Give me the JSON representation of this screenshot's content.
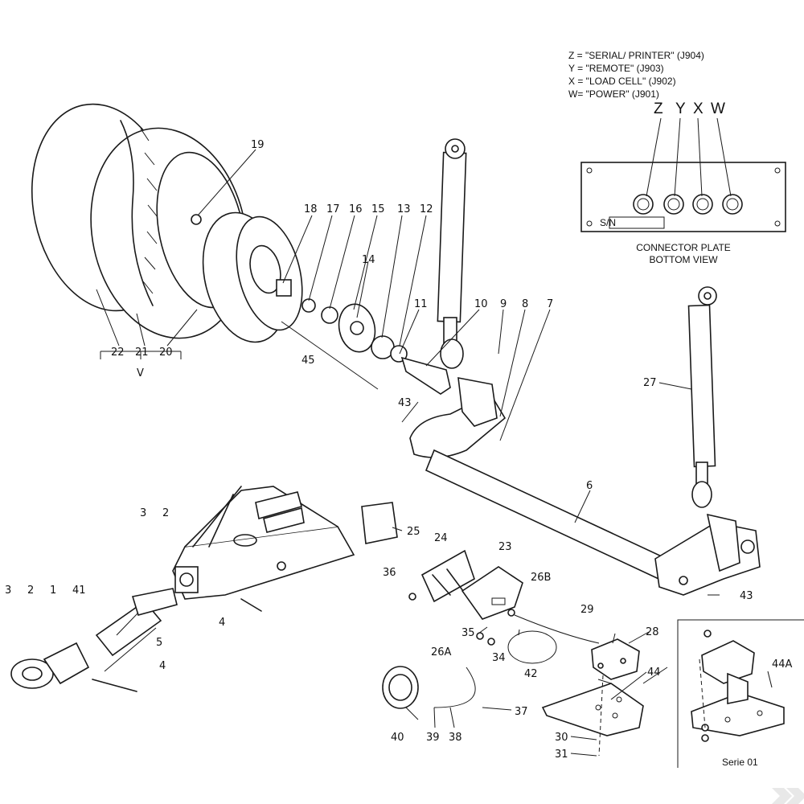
{
  "inset_connector": {
    "legend": [
      "Z = \"SERIAL/ PRINTER\"  (J904)",
      "Y = \"REMOTE\" (J903)",
      "X = \"LOAD CELL\" (J902)",
      "W= \"POWER\"  (J901)"
    ],
    "letters": [
      "Z",
      "Y",
      "X",
      "W"
    ],
    "plate_tag": "S/N",
    "caption_line1": "CONNECTOR PLATE",
    "caption_line2": "BOTTOM VIEW"
  },
  "inset_serie": {
    "part": "44A",
    "caption": "Serie 01"
  },
  "wheel_group": {
    "labels": [
      "22",
      "21",
      "20"
    ],
    "group_letter": "V"
  },
  "callouts": [
    {
      "id": "c19",
      "text": "19"
    },
    {
      "id": "c18",
      "text": "18"
    },
    {
      "id": "c17",
      "text": "17"
    },
    {
      "id": "c16",
      "text": "16"
    },
    {
      "id": "c15",
      "text": "15"
    },
    {
      "id": "c13",
      "text": "13"
    },
    {
      "id": "c12",
      "text": "12"
    },
    {
      "id": "c14",
      "text": "14"
    },
    {
      "id": "c11",
      "text": "11"
    },
    {
      "id": "c10",
      "text": "10"
    },
    {
      "id": "c9",
      "text": "9"
    },
    {
      "id": "c8",
      "text": "8"
    },
    {
      "id": "c7",
      "text": "7"
    },
    {
      "id": "c45",
      "text": "45"
    },
    {
      "id": "c43a",
      "text": "43"
    },
    {
      "id": "c27",
      "text": "27"
    },
    {
      "id": "c6",
      "text": "6"
    },
    {
      "id": "c43b",
      "text": "43"
    },
    {
      "id": "c3a",
      "text": "3"
    },
    {
      "id": "c2a",
      "text": "2"
    },
    {
      "id": "c25",
      "text": "25"
    },
    {
      "id": "c24",
      "text": "24"
    },
    {
      "id": "c23",
      "text": "23"
    },
    {
      "id": "c36",
      "text": "36"
    },
    {
      "id": "c26B",
      "text": "26B"
    },
    {
      "id": "c3b",
      "text": "3"
    },
    {
      "id": "c2b",
      "text": "2"
    },
    {
      "id": "c1",
      "text": "1"
    },
    {
      "id": "c41",
      "text": "41"
    },
    {
      "id": "c5",
      "text": "5"
    },
    {
      "id": "c4a",
      "text": "4"
    },
    {
      "id": "c4b",
      "text": "4"
    },
    {
      "id": "c35",
      "text": "35"
    },
    {
      "id": "c34",
      "text": "34"
    },
    {
      "id": "c29",
      "text": "29"
    },
    {
      "id": "c28",
      "text": "28"
    },
    {
      "id": "c42",
      "text": "42"
    },
    {
      "id": "c26A",
      "text": "26A"
    },
    {
      "id": "c44",
      "text": "44"
    },
    {
      "id": "c37",
      "text": "37"
    },
    {
      "id": "c40",
      "text": "40"
    },
    {
      "id": "c39",
      "text": "39"
    },
    {
      "id": "c38",
      "text": "38"
    },
    {
      "id": "c30",
      "text": "30"
    },
    {
      "id": "c31",
      "text": "31"
    }
  ]
}
